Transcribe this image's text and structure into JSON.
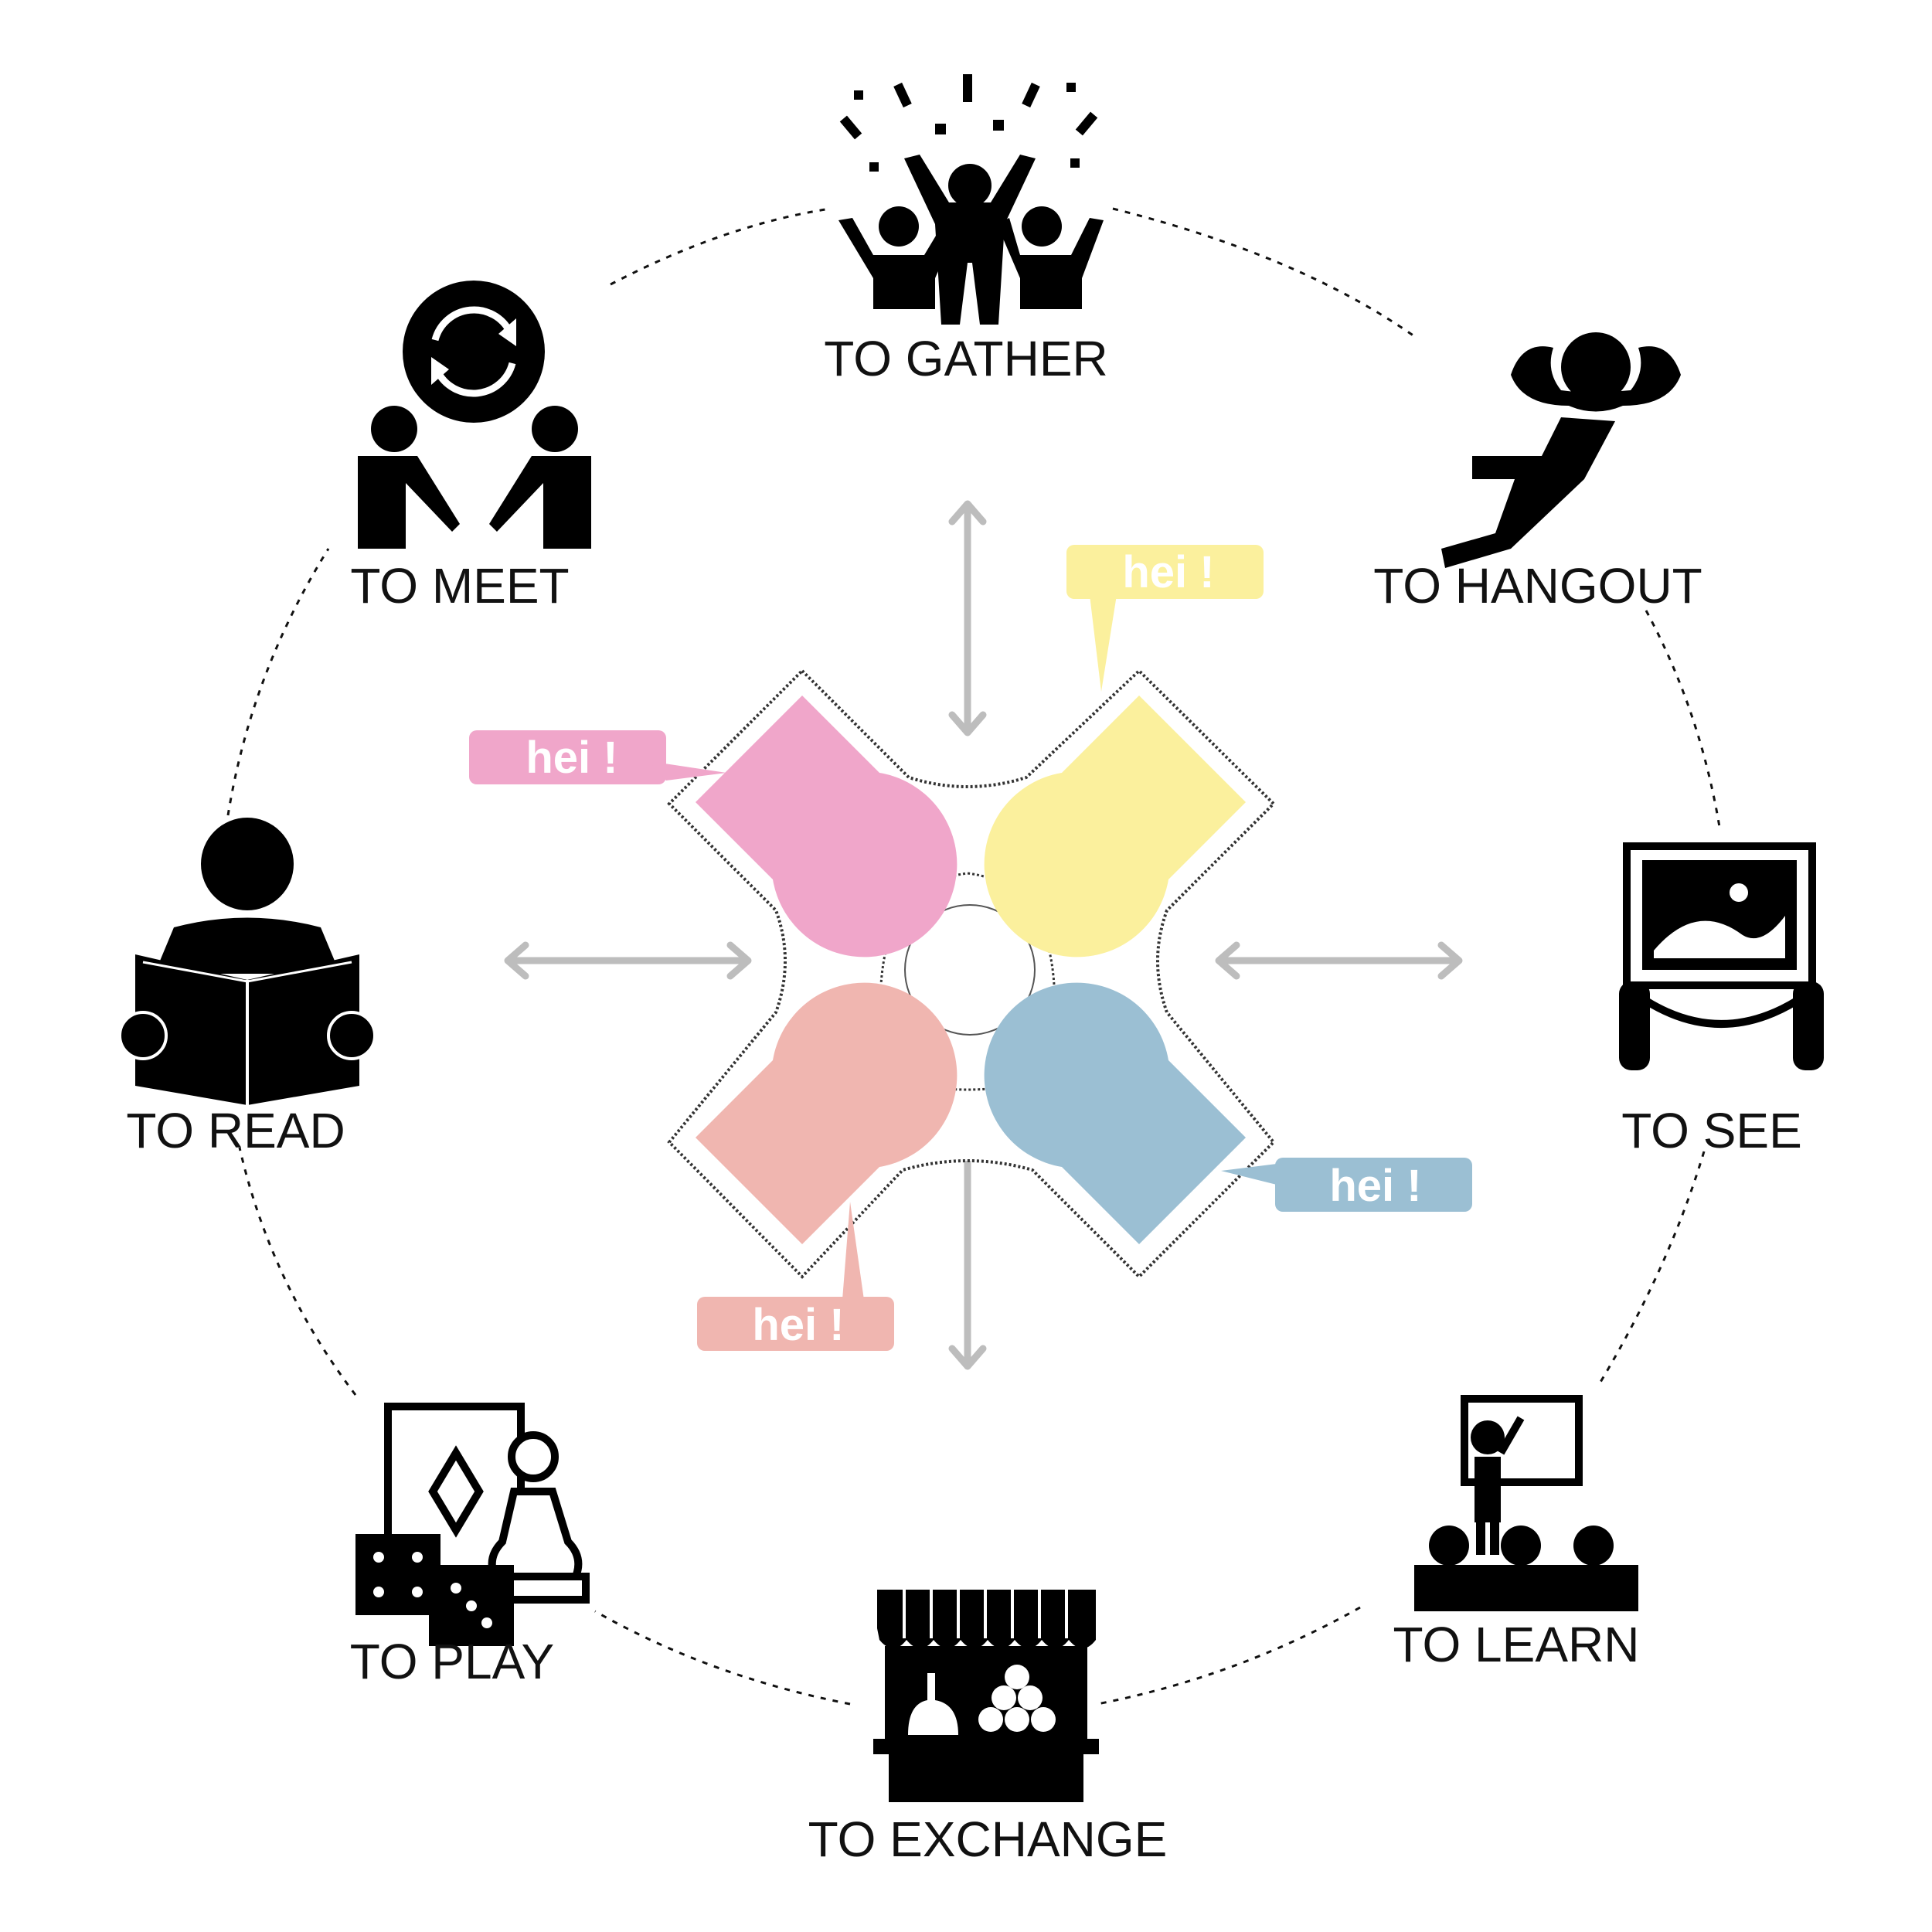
{
  "activities": {
    "gather": "TO GATHER",
    "hangout": "TO HANGOUT",
    "see": "TO SEE",
    "learn": "TO LEARN",
    "exchange": "TO EXCHANGE",
    "play": "TO PLAY",
    "read": "TO READ",
    "meet": "TO MEET"
  },
  "bubbles": {
    "pink": "hei !",
    "yellow": "hei !",
    "blue": "hei !",
    "salmon": "hei !"
  },
  "colors": {
    "pink": "#f0a6ca",
    "yellow": "#fbf09d",
    "blue": "#9bbfd3",
    "salmon": "#f0b6b0",
    "arrow": "#bdbdbd",
    "icon": "#000000"
  }
}
